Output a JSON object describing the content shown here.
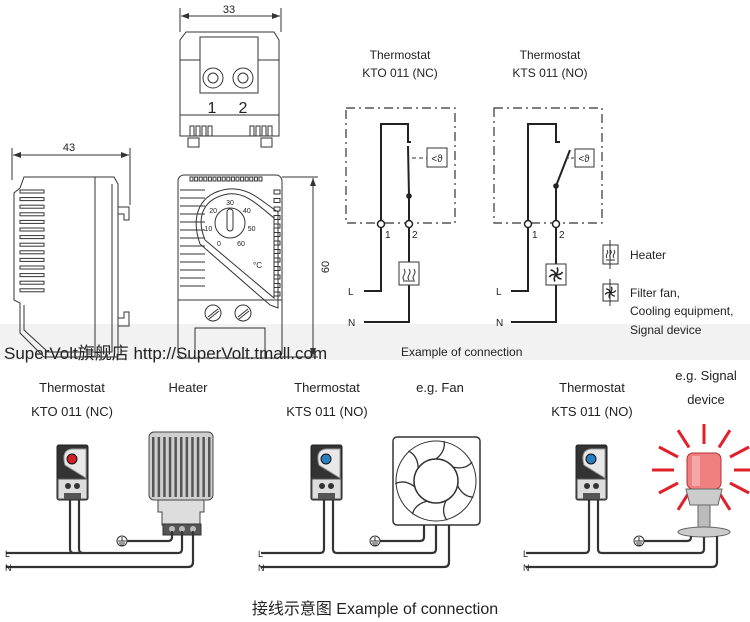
{
  "dimensions": {
    "width": "33",
    "depth": "43",
    "height": "60"
  },
  "top_view": {
    "terminal_1": "1",
    "terminal_2": "2"
  },
  "front_view": {
    "scale": [
      "0",
      "10",
      "20",
      "30",
      "40",
      "50",
      "60"
    ],
    "unit": "°C"
  },
  "schematics": [
    {
      "title": "Thermostat",
      "model": "KTO 011 (NC)",
      "terminal_1": "1",
      "terminal_2": "2",
      "line_l": "L",
      "line_n": "N",
      "sensor": "<ϑ",
      "load_icon": "heater-icon"
    },
    {
      "title": "Thermostat",
      "model": "KTS 011 (NO)",
      "terminal_1": "1",
      "terminal_2": "2",
      "line_l": "L",
      "line_n": "N",
      "sensor": "<ϑ",
      "load_icon": "fan-icon"
    }
  ],
  "legend": {
    "heater": "Heater",
    "fan_lines": [
      "Filter fan,",
      "Cooling equipment,",
      "Signal device"
    ]
  },
  "schematic_caption": "Example of connection",
  "watermark": "SuperVolt旗舰店 http://SuperVolt.tmall.com",
  "wiring": [
    {
      "title": "Thermostat",
      "model": "KTO 011 (NC)",
      "load_lines": [
        "Heater"
      ],
      "line_l": "L",
      "line_n": "N",
      "knob_color": "#d0202a"
    },
    {
      "title": "Thermostat",
      "model": "KTS 011 (NO)",
      "load_lines": [
        "e.g. Fan"
      ],
      "line_l": "L",
      "line_n": "N",
      "knob_color": "#2a7fc0"
    },
    {
      "title": "Thermostat",
      "model": "KTS 011 (NO)",
      "load_lines": [
        "e.g. Signal",
        "device"
      ],
      "line_l": "L",
      "line_n": "N",
      "knob_color": "#2a7fc0"
    }
  ],
  "caption": "接线示意图 Example of connection",
  "colors": {
    "signal_red": "#e0202a",
    "line": "#333333"
  }
}
